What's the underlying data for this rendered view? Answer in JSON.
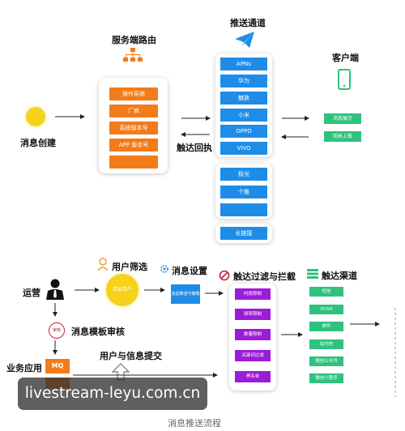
{
  "top": {
    "server_label": "服务端路由",
    "channel_label": "推送通道",
    "client_label": "客户端",
    "create_label": "消息创建",
    "callback_label": "触达回执",
    "server_boxes": [
      "操作系统",
      "厂商",
      "系统版本号",
      "APP 版本号",
      ""
    ],
    "channels_a": [
      "APNs",
      "华为",
      "魅族",
      "小米",
      "OPPO",
      "VIVO"
    ],
    "channels_b": [
      "极光",
      "个推",
      ""
    ],
    "channels_c": [
      "长链接"
    ],
    "client_boxes": [
      "消息展示",
      "回执上报"
    ]
  },
  "bottom": {
    "operate_label": "运营",
    "user_filter_label": "用户筛选",
    "user_group_box": "目标用户",
    "msg_setting_label": "消息设置",
    "msg_setting_box": "消息推送与策略",
    "filter_title": "触达过滤与拦截",
    "filter_boxes": [
      "时段限制",
      "频率限制",
      "数量限制",
      "关键词过滤",
      "黑名单"
    ],
    "channel_title": "触达渠道",
    "channel_boxes": [
      "短信",
      "PUSH",
      "邮件",
      "站内信",
      "微信公众号",
      "微信小程序"
    ],
    "audit_badge": "审核",
    "audit_label": "消息模板审核",
    "biz_label": "业务应用",
    "mq_box": "MQ",
    "submit_label": "用户与信息提交"
  },
  "watermark": "livestream-leyu.com.cn",
  "caption": "消息推送流程",
  "colors": {
    "orange": "#f27b1a",
    "blue": "#1f8de8",
    "purple": "#9b1bd8",
    "green": "#2ec27e",
    "yellow": "#f7d21b"
  }
}
